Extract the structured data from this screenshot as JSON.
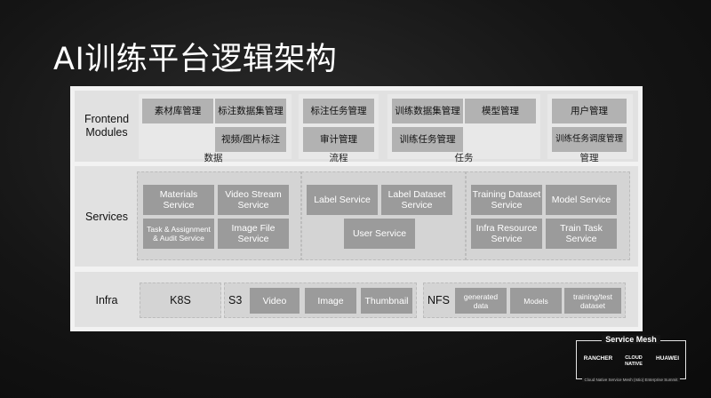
{
  "title": "AI训练平台逻辑架构",
  "rows": {
    "frontend": "Frontend\nModules",
    "services": "Services",
    "infra": "Infra"
  },
  "frontend": {
    "data": {
      "caption": "数据",
      "items": [
        "素材库管理",
        "标注数据集管理",
        "视频/图片标注"
      ]
    },
    "process": {
      "caption": "流程",
      "items": [
        "标注任务管理",
        "审计管理"
      ]
    },
    "task": {
      "caption": "任务",
      "items": [
        "训练数据集管理",
        "模型管理",
        "训练任务管理"
      ]
    },
    "manage": {
      "caption": "管理",
      "items": [
        "用户管理",
        "训练任务调度管理"
      ]
    }
  },
  "services": {
    "left": [
      "Materials\nService",
      "Video Stream\nService",
      "Task & Assignment\n& Audit Service",
      "Image File\nService"
    ],
    "middle": [
      "Label Service",
      "Label Dataset\nService",
      "User Service"
    ],
    "right": [
      "Training Dataset\nService",
      "Model Service",
      "Infra Resource\nService",
      "Train Task\nService"
    ]
  },
  "infra": {
    "k8s": "K8S",
    "s3": {
      "label": "S3",
      "items": [
        "Video",
        "Image",
        "Thumbnail"
      ]
    },
    "nfs": {
      "label": "NFS",
      "items": [
        "generated\ndata",
        "Models",
        "training/test\ndataset"
      ]
    }
  },
  "logo": {
    "title": "Service Mesh",
    "brands": [
      "RANCHER",
      "CLOUD NATIVE",
      "HUAWEI"
    ],
    "footer": "Cloud Native Service Mesh (Istio) Enterprise Summit"
  }
}
